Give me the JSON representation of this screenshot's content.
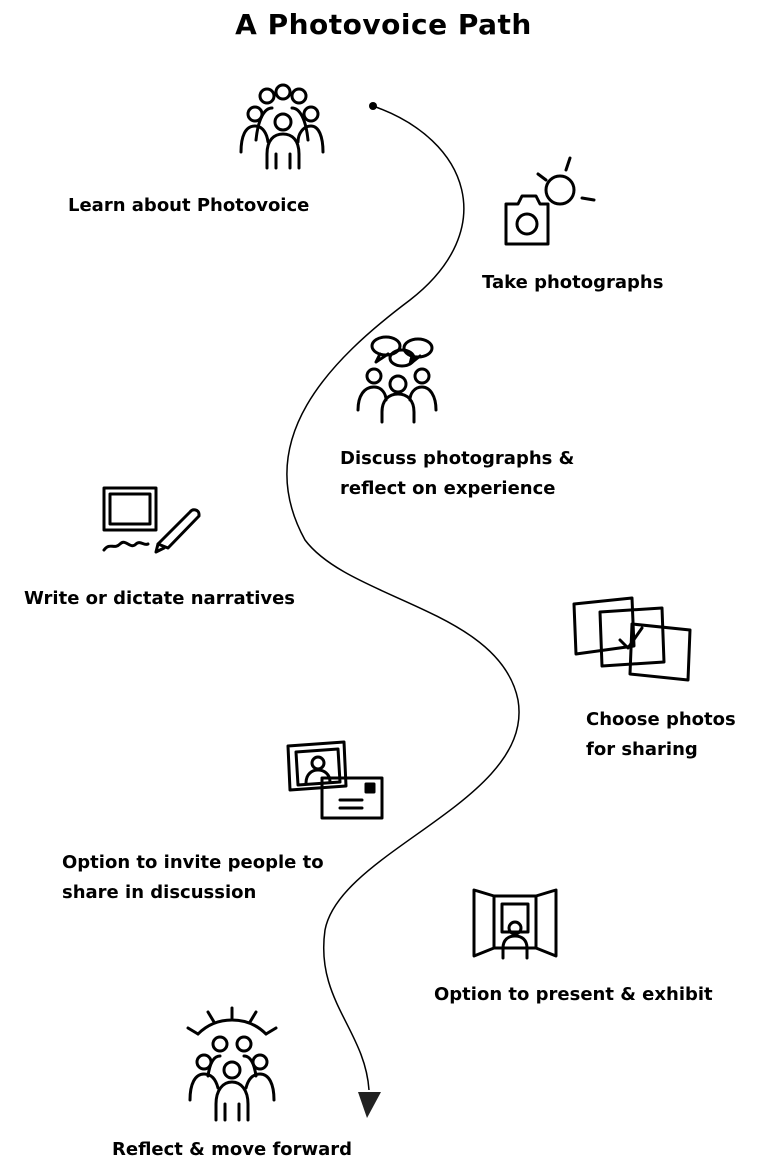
{
  "diagram": {
    "title": "A Photovoice Path",
    "steps": [
      {
        "label": "Learn about Photovoice",
        "icon": "group-of-people-icon"
      },
      {
        "label": "Take photographs",
        "icon": "camera-with-flash-icon"
      },
      {
        "label_line1": "Discuss photographs &",
        "label_line2": "reflect on experience",
        "icon": "people-with-speech-bubbles-icon"
      },
      {
        "label": "Write or dictate narratives",
        "icon": "writing-pen-on-paper-icon"
      },
      {
        "label_line1": "Choose photos",
        "label_line2": "for sharing",
        "icon": "selected-photos-checkmark-icon"
      },
      {
        "label_line1": "Option to invite people to",
        "label_line2": "share in discussion",
        "icon": "photo-invitation-envelope-icon"
      },
      {
        "label": "Option to present & exhibit",
        "icon": "exhibition-gallery-icon"
      },
      {
        "label": "Reflect & move forward",
        "icon": "group-with-sunburst-icon"
      }
    ]
  }
}
